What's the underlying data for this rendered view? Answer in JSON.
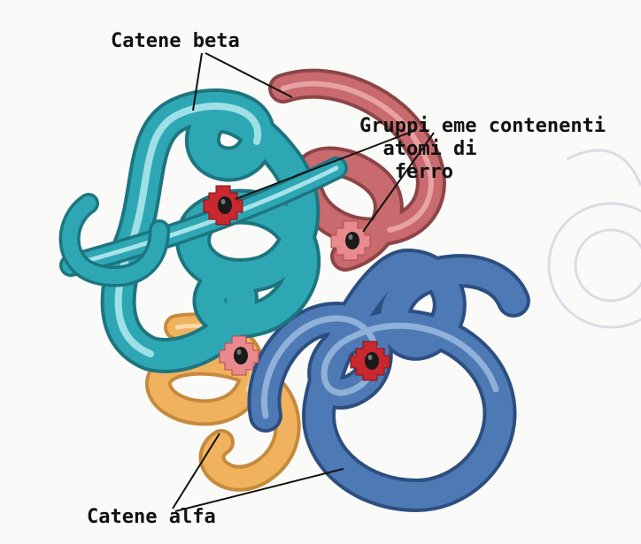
{
  "labels": {
    "beta_chains": "Catene beta",
    "heme_groups": "Gruppi eme contenenti\n  atomi di\n   ferro",
    "alpha_chains": "Catene alfa"
  },
  "colors": {
    "beta_chain_front": "#2ea7b4",
    "beta_chain_back": "#c96a6e",
    "alpha_chain_front": "#4d79b4",
    "alpha_chain_back": "#f0b25c",
    "heme": "#c8282e",
    "heme_light": "#e88a8e",
    "iron_atom": "#1a1a1a",
    "leader_line": "#111111"
  }
}
